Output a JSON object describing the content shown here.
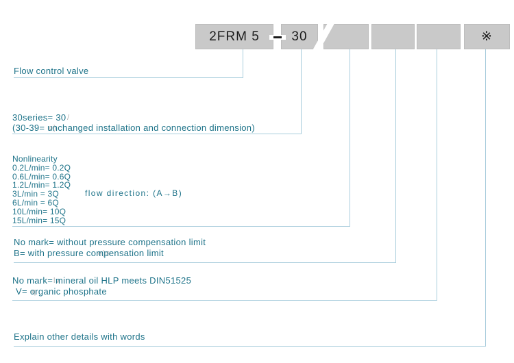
{
  "title_boxes": {
    "model": "2FRM 5",
    "dash": "-",
    "series_value": "30",
    "empty_slots": [
      "",
      "",
      ""
    ],
    "wildcard": "※"
  },
  "sections": {
    "valve_type": {
      "text": "Flow control valve"
    },
    "series": {
      "line1": "30series= 30",
      "line2": "(30-39= unchanged installation and connection dimension)"
    },
    "flow_rating": {
      "heading": "Nonlinearity",
      "options": [
        "0.2L/min= 0.2Q",
        "0.6L/min= 0.6Q",
        "1.2L/min= 1.2Q",
        "3L/min = 3Q",
        "6L/min = 6Q",
        "10L/min= 10Q",
        "15L/min= 15Q"
      ],
      "note": "flow direction: (A→B)"
    },
    "pressure_compensation": {
      "line1": "No mark= without pressure compensation limit",
      "line2": "B= with pressure compensation limit"
    },
    "fluid_type": {
      "line1": "No mark= mineral oil HLP meets DIN51525",
      "line2": "V= organic phosphate"
    },
    "other_details": {
      "text": "Explain other details with words"
    }
  },
  "artifacts": [
    "/",
    "o)",
    "c",
    "e)s",
    "lv",
    "q"
  ],
  "colors": {
    "accent_text": "#1E7389",
    "connector_line": "#A7CCDC",
    "box_fill": "#C9C9C9",
    "box_text": "#1B1B1B",
    "artifact_gray": "#A2A2A2"
  }
}
